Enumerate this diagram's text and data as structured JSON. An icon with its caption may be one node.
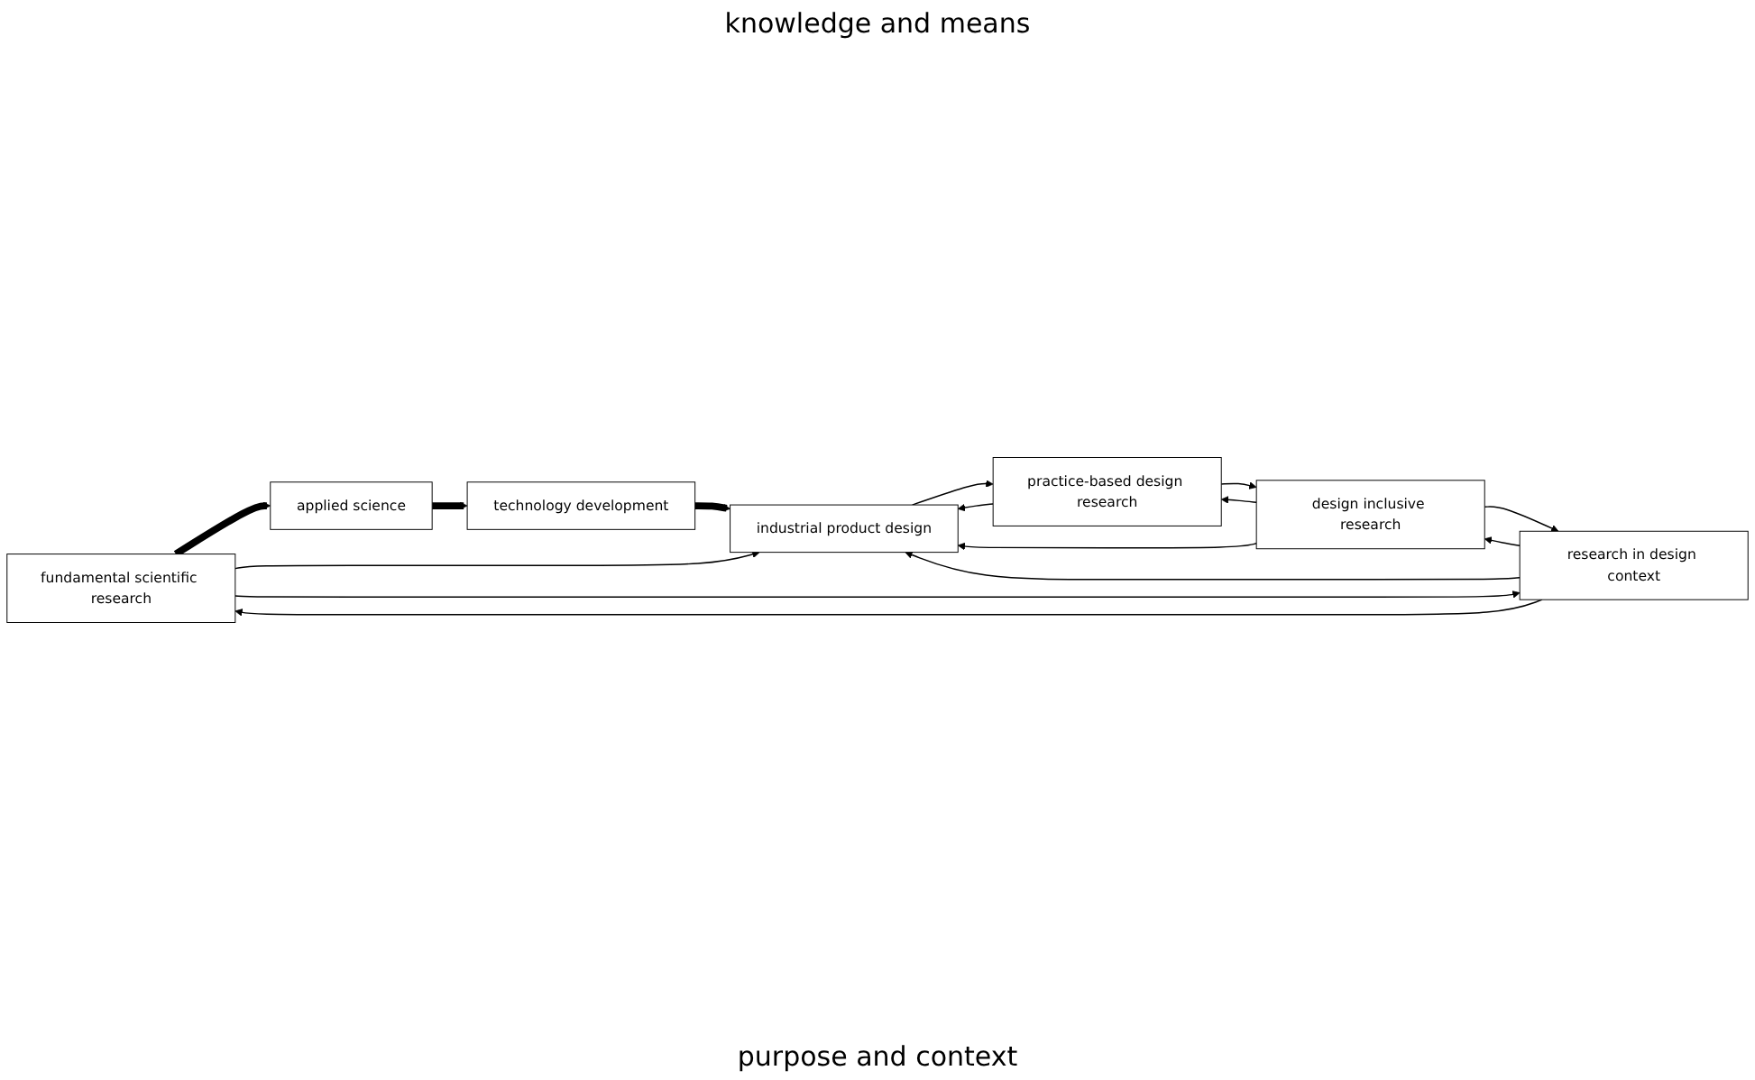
{
  "diagram": {
    "nodes": [
      {
        "text": [
          "fundamental scientific research"
        ]
      },
      {
        "text": [
          "applied science"
        ]
      },
      {
        "text": [
          "technology development"
        ]
      },
      {
        "text": [
          "industrial product design"
        ]
      },
      {
        "text": [
          "research in design context"
        ]
      },
      {
        "text": [
          "design inclusive research"
        ]
      },
      {
        "text": [
          "practice-based design research"
        ]
      }
    ],
    "edges": [
      {
        "from": 0,
        "to": 1,
        "arrow": "to",
        "style": "thick"
      },
      {
        "from": 1,
        "to": 2,
        "arrow": "to",
        "style": "thick"
      },
      {
        "from": 2,
        "to": 3,
        "arrow": "to",
        "style": "thick"
      },
      {
        "from": 0,
        "to": 3,
        "arrow": "to"
      },
      {
        "from": 0,
        "to": 4,
        "arrow": "to"
      },
      {
        "from": 4,
        "to": 3,
        "arrow": "to"
      },
      {
        "from": 4,
        "to": 5,
        "arrow": "to"
      },
      {
        "from": 5,
        "to": 3,
        "arrow": "to"
      },
      {
        "from": 5,
        "to": 6,
        "arrow": "to"
      },
      {
        "from": 6,
        "to": 3,
        "arrow": "to"
      },
      {
        "from": 4,
        "to": 0,
        "arrow": "to"
      },
      {
        "from": 5,
        "to": 4,
        "arrow": "to"
      },
      {
        "from": 6,
        "to": 5,
        "arrow": "to"
      },
      {
        "from": 3,
        "to": 6,
        "arrow": "to"
      }
    ],
    "labels": [
      "knowledge and means",
      "purpose and context"
    ]
  }
}
